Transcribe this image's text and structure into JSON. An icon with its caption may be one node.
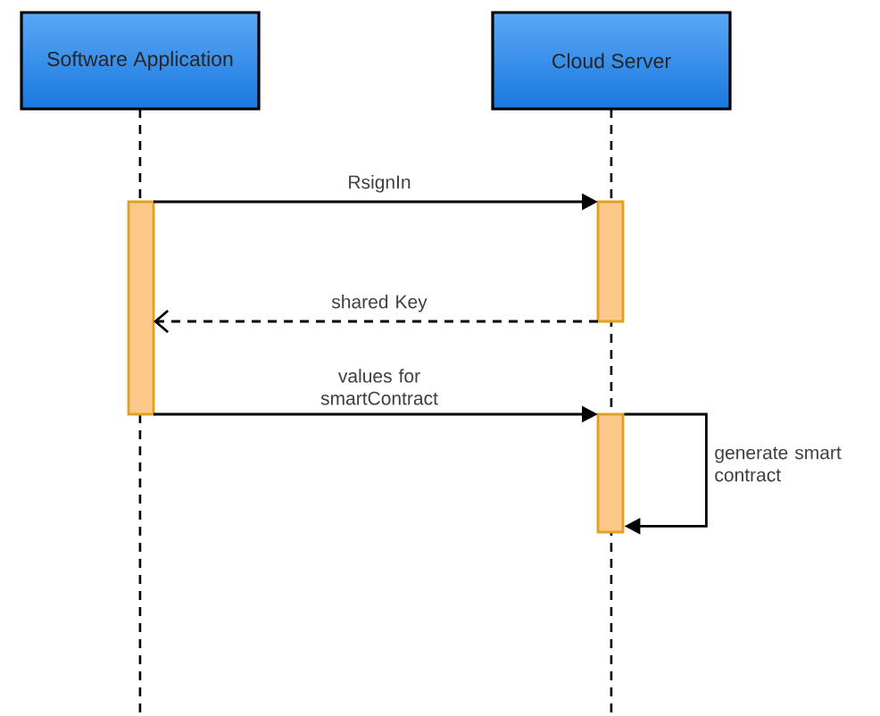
{
  "diagram": {
    "nodes": [
      {
        "text": [
          "Software Application"
        ]
      },
      {
        "text": [
          "Cloud Server"
        ]
      },
      {
        "text": [],
        "shape": "bar"
      },
      {
        "text": [],
        "shape": "bar"
      },
      {
        "text": [],
        "shape": "bar"
      }
    ],
    "edges": [
      {
        "from": 2,
        "to": 3,
        "arrow": "to",
        "label": "RsignIn"
      },
      {
        "from": 3,
        "to": 2,
        "arrow": "to",
        "label": "shared Key",
        "style": "dashed"
      },
      {
        "from": 2,
        "to": 4,
        "arrow": "to",
        "label": "values for smartContract"
      },
      {
        "from": 4,
        "to": 4,
        "arrow": "to",
        "label": "generate smart contract"
      }
    ]
  }
}
